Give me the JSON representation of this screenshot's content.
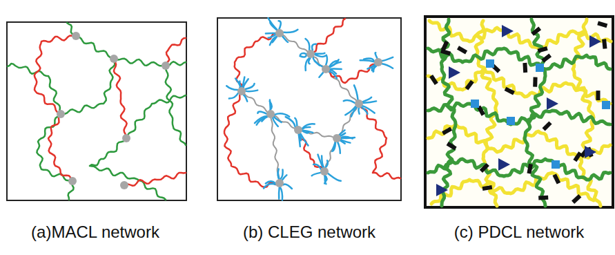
{
  "diagram": {
    "labels": [
      "(a)MACL network",
      "(b) CLEG network",
      "(c) PDCL network"
    ]
  }
}
